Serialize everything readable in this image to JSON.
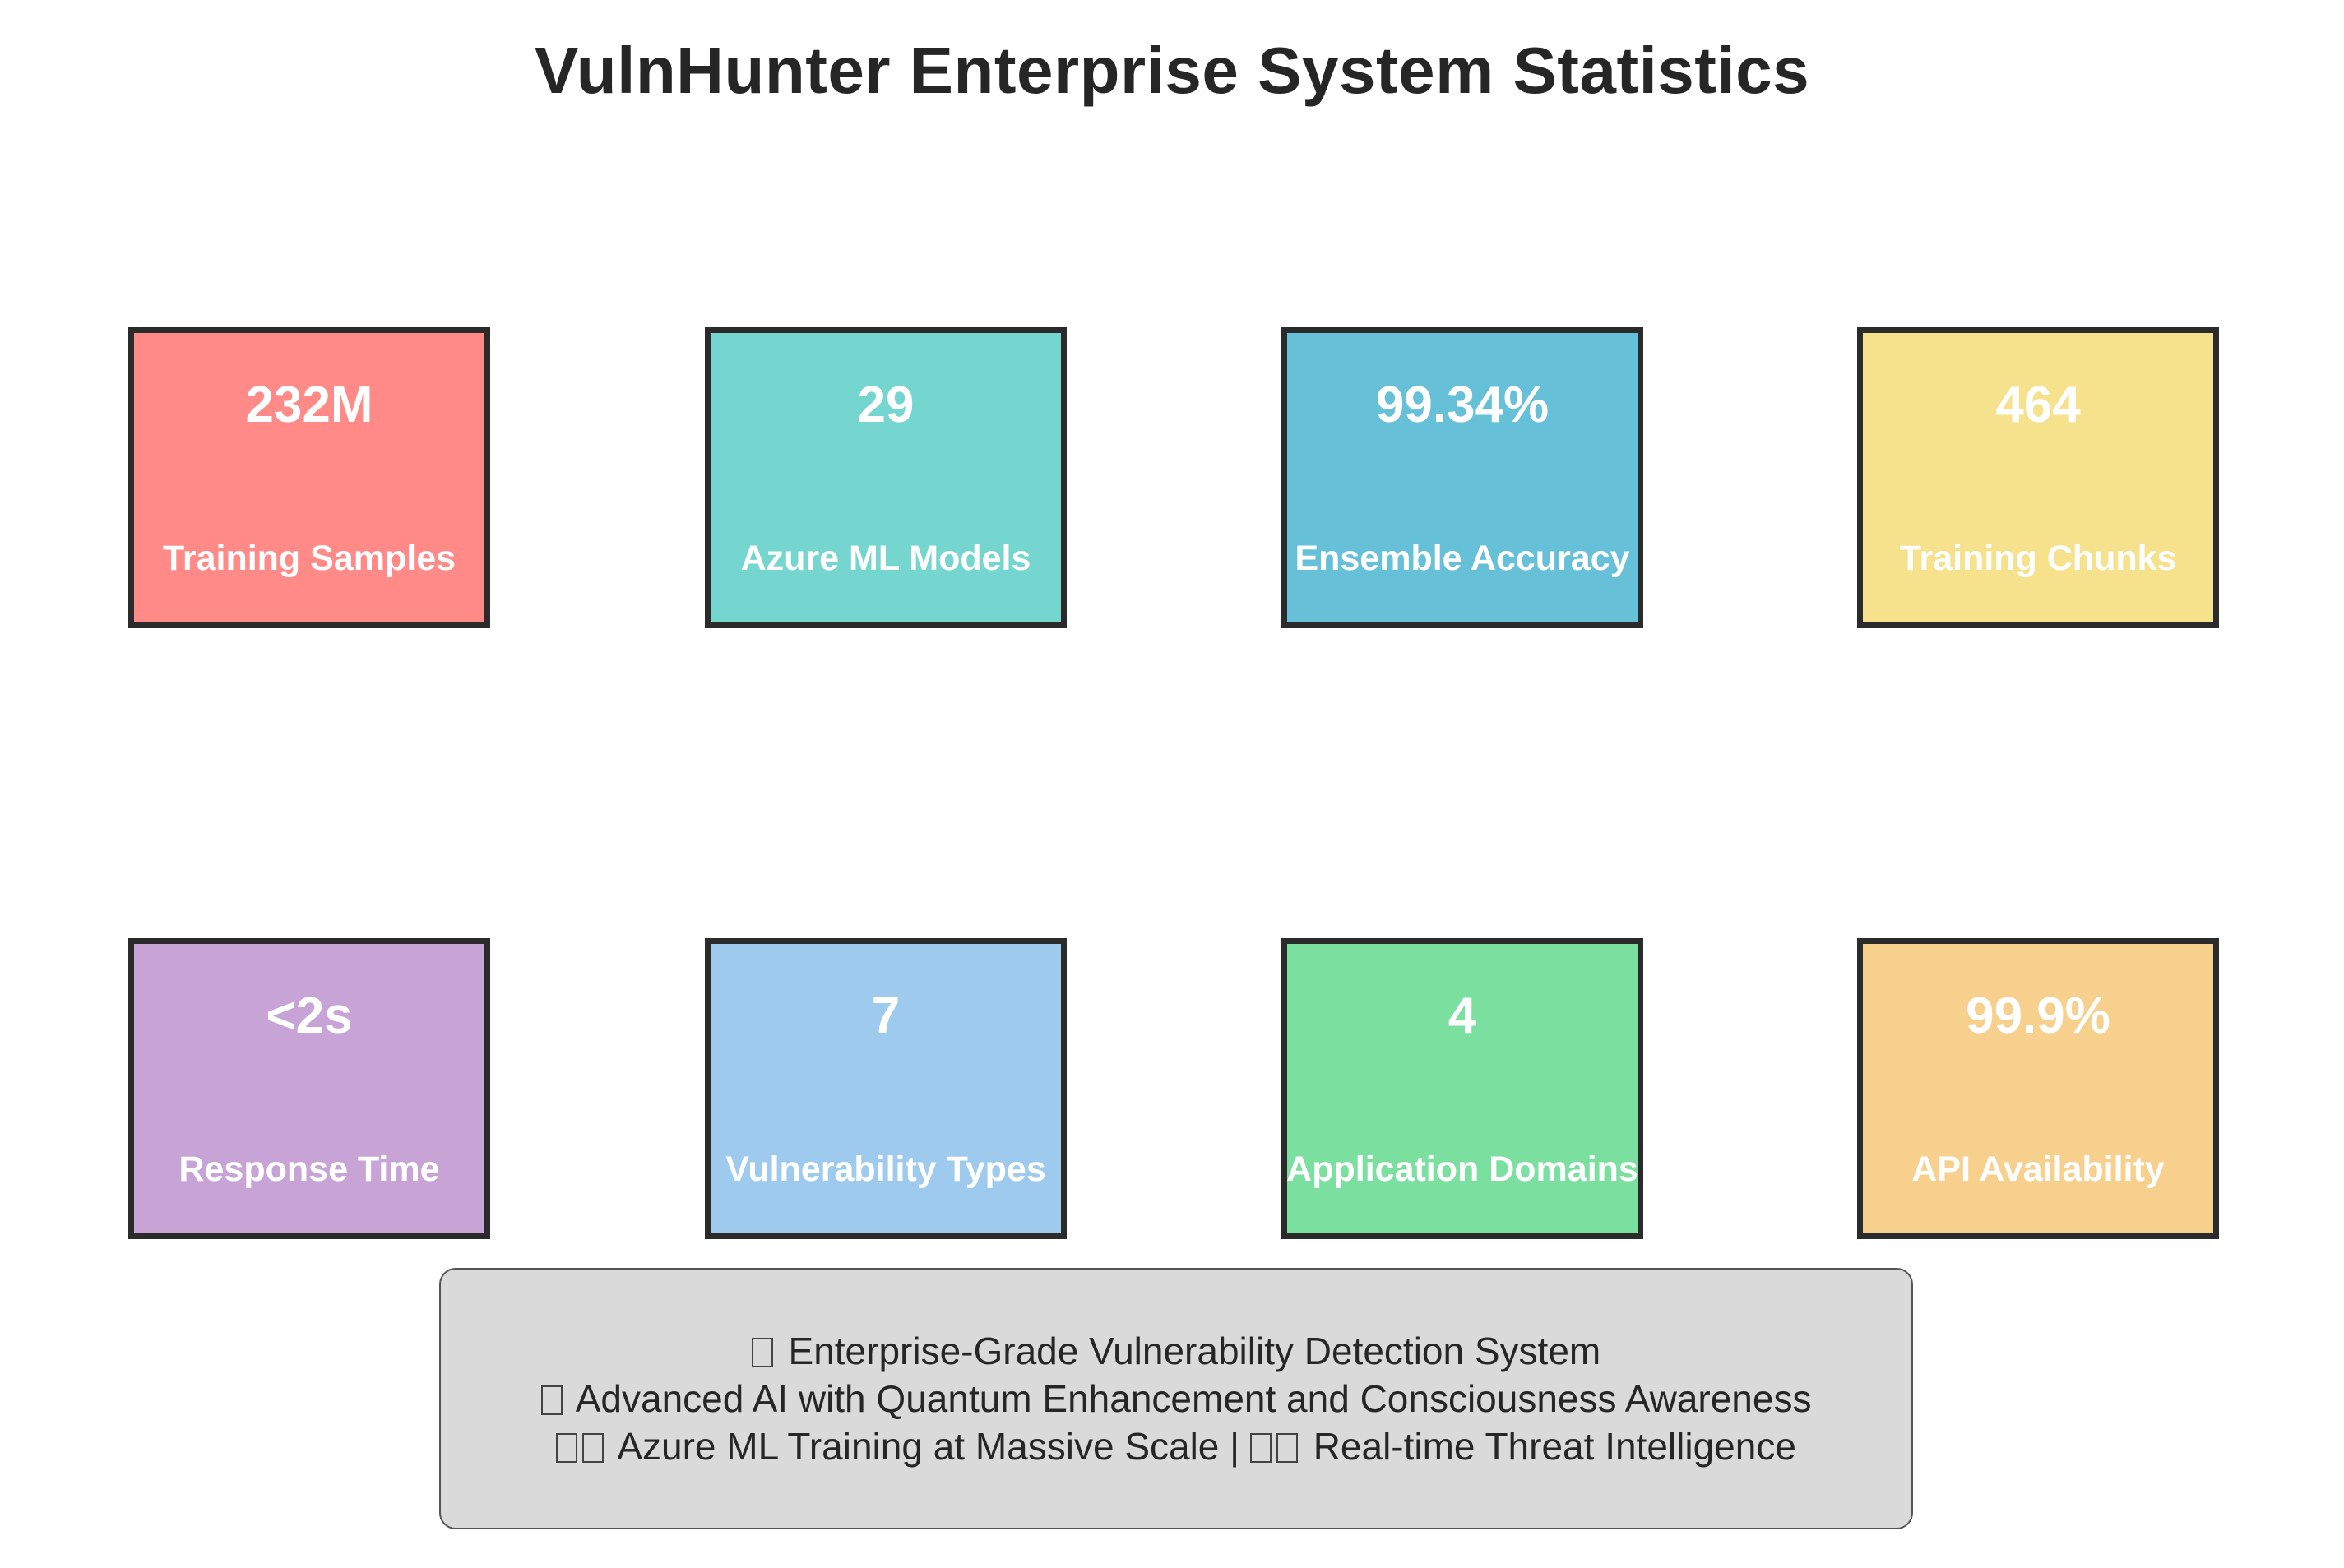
{
  "title": "VulnHunter Enterprise System Statistics",
  "stats": [
    {
      "value": "232M",
      "label": "Training Samples",
      "color": "#ff8a87"
    },
    {
      "value": "29",
      "label": "Azure ML Models",
      "color": "#74d6cf"
    },
    {
      "value": "99.34%",
      "label": "Ensemble Accuracy",
      "color": "#66c1d8"
    },
    {
      "value": "464",
      "label": "Training Chunks",
      "color": "#f6e18c"
    },
    {
      "value": "<2s",
      "label": "Response Time",
      "color": "#c8a3d6"
    },
    {
      "value": "7",
      "label": "Vulnerability Types",
      "color": "#9ecbed"
    },
    {
      "value": "4",
      "label": "Application Domains",
      "color": "#7adf9f"
    },
    {
      "value": "99.9%",
      "label": "API Availability",
      "color": "#f7d08d"
    }
  ],
  "footer": {
    "line1": "Enterprise-Grade Vulnerability Detection System",
    "line2": "Advanced AI with Quantum Enhancement and Consciousness Awareness",
    "line3a": "Azure ML Training at Massive Scale | ",
    "line3b": "Real-time Threat Intelligence"
  }
}
